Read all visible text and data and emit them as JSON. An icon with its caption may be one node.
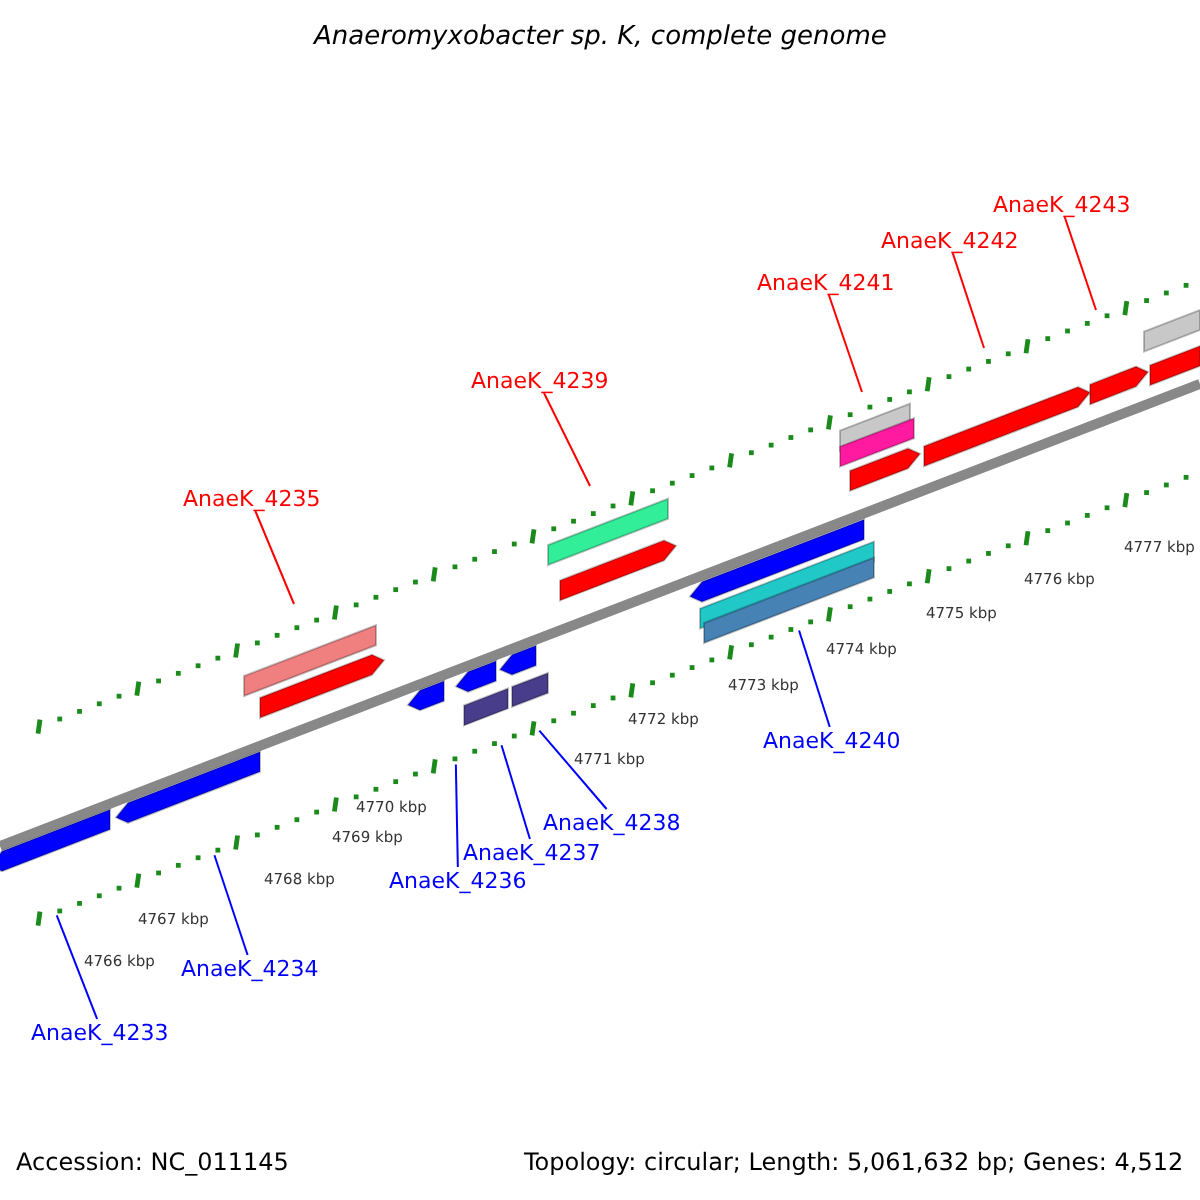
{
  "diagram": {
    "title": "Anaeromyxobacter sp. K, complete genome",
    "nodes": [
      {
        "text": [
          "AnaeK_4243"
        ]
      },
      {
        "text": [
          "AnaeK_4242"
        ]
      },
      {
        "text": [
          "AnaeK_4241"
        ]
      },
      {
        "text": [
          "AnaeK_4239"
        ]
      },
      {
        "text": [
          "AnaeK_4235"
        ]
      },
      {
        "text": [
          "AnaeK_4240"
        ]
      },
      {
        "text": [
          "AnaeK_4238"
        ]
      },
      {
        "text": [
          "AnaeK_4237"
        ]
      },
      {
        "text": [
          "AnaeK_4236"
        ]
      },
      {
        "text": [
          "AnaeK_4234"
        ]
      },
      {
        "text": [
          "AnaeK_4233"
        ]
      }
    ],
    "edges": [
      {
        "from": 0,
        "to": null,
        "arrow": "none",
        "color": "#ff0000"
      },
      {
        "from": 1,
        "to": null,
        "arrow": "none",
        "color": "#ff0000"
      },
      {
        "from": 2,
        "to": null,
        "arrow": "none",
        "color": "#ff0000"
      },
      {
        "from": 3,
        "to": null,
        "arrow": "none",
        "color": "#ff0000"
      },
      {
        "from": 4,
        "to": null,
        "arrow": "none",
        "color": "#ff0000"
      },
      {
        "from": 5,
        "to": null,
        "arrow": "none"
      },
      {
        "from": 6,
        "to": null,
        "arrow": "none"
      },
      {
        "from": 7,
        "to": null,
        "arrow": "none"
      },
      {
        "from": 8,
        "to": null,
        "arrow": "none"
      },
      {
        "from": 9,
        "to": null,
        "arrow": "none"
      },
      {
        "from": 10,
        "to": null,
        "arrow": "none"
      }
    ],
    "labels": [
      "4777 kbp",
      "4776 kbp",
      "4775 kbp",
      "4774 kbp",
      "4773 kbp",
      "4772 kbp",
      "4771 kbp",
      "4770 kbp",
      "4769 kbp",
      "4768 kbp",
      "4767 kbp",
      "4766 kbp",
      "Accession: NC_011145",
      "Topology: circular; Length: 5,061,632 bp; Genes: 4,512"
    ]
  }
}
